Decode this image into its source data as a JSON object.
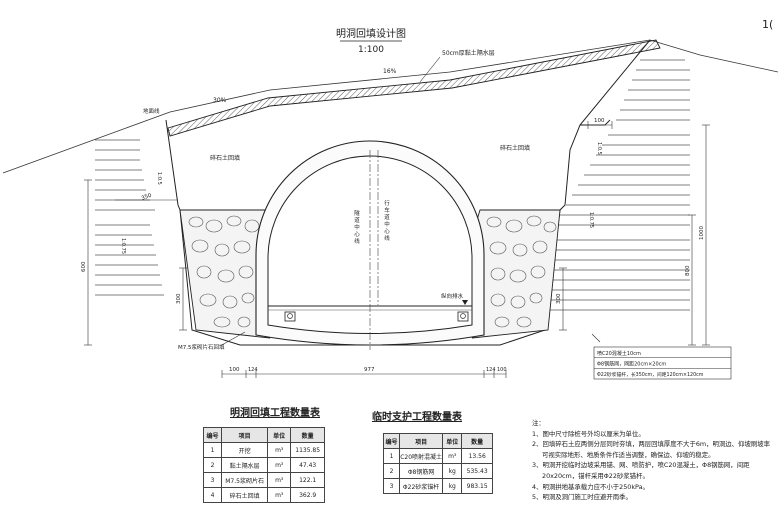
{
  "page_mark": "1(",
  "drawing": {
    "title": "明洞回填设计图",
    "scale": "1:100"
  },
  "labels": {
    "waterproof_layer": "50cm厚黏土隔水层",
    "slope_16": "16%",
    "slope_30": "30%",
    "ground_line": "地面线",
    "rubble_left": "碎石土回填",
    "rubble_right": "碎石土回填",
    "tunnel_centerline": "隧道中心线",
    "lane_centerline": "行车道中心线",
    "mortar_left": "M7.5浆砌片石回填",
    "drain": "纵向排水",
    "ratio_left_top": "1:0.5",
    "ratio_left_bottom": "1:0.75",
    "ratio_right_top": "1:0.5",
    "ratio_right_mid": "1:0.75",
    "support_c20": "喷C20混凝土10cm",
    "support_mesh": "Φ8钢筋网，网距20cm×20cm",
    "support_bolt": "Φ22砂浆锚杆，长350cm，间距120cm×120cm"
  },
  "dimensions": {
    "d100_top": "100",
    "d350": "350",
    "d300_left": "300",
    "d600": "600",
    "d1000": "1000",
    "d800": "800",
    "d300_right": "300",
    "bottom": [
      "100",
      "124",
      "977",
      "124",
      "100"
    ]
  },
  "backfill_table": {
    "title": "明洞回填工程数量表",
    "headers": [
      "编号",
      "项目",
      "单位",
      "数量"
    ],
    "rows": [
      [
        "1",
        "开挖",
        "m³",
        "1135.85"
      ],
      [
        "2",
        "黏土隔水层",
        "m³",
        "47.43"
      ],
      [
        "3",
        "M7.5浆砌片石",
        "m³",
        "122.1"
      ],
      [
        "4",
        "碎石土回填",
        "m³",
        "362.9"
      ]
    ]
  },
  "support_table": {
    "title": "临时支护工程数量表",
    "headers": [
      "编号",
      "项目",
      "单位",
      "数量"
    ],
    "rows": [
      [
        "1",
        "C20喷射混凝土",
        "m³",
        "13.56"
      ],
      [
        "2",
        "Φ8钢筋网",
        "kg",
        "535.43"
      ],
      [
        "3",
        "Φ22砂浆锚杆",
        "kg",
        "983.15"
      ]
    ]
  },
  "notes": {
    "heading": "注：",
    "items": [
      "1、图中尺寸除桩号外均以厘米为单位。",
      "2、回填碎石土应两侧分层同时夯填，两层回填厚度不大于6m，明洞边、仰坡刷坡率可视实际地形、地质条件作适当调整，确保边、仰坡的稳定。",
      "3、明洞开挖临时边坡采用锚、网、喷防护，喷C20混凝土，Φ8钢筋网，间距20x20cm，锚杆采用Φ22砂浆锚杆。",
      "4、明洞拱地基承载力应不小于250kPa。",
      "5、明洞及洞门施工时应避开雨季。"
    ]
  }
}
